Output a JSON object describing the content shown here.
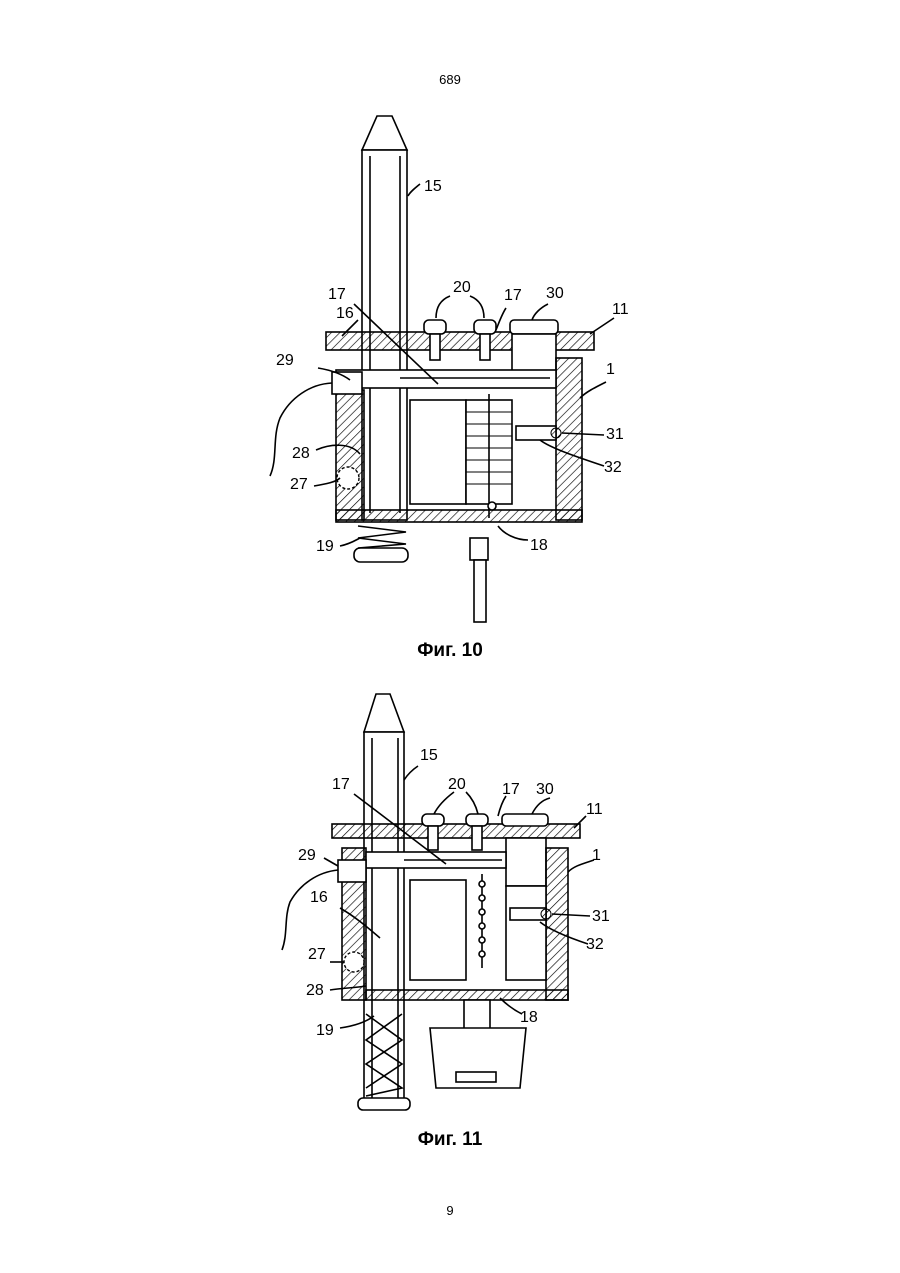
{
  "page": {
    "header": "689",
    "footer": "9"
  },
  "figures": [
    {
      "caption": "Фиг. 10",
      "labels": {
        "l15": "15",
        "l20": "20",
        "l17a": "17",
        "l17b": "17",
        "l30": "30",
        "l11": "11",
        "l16": "16",
        "l29": "29",
        "l1": "1",
        "l31": "31",
        "l32": "32",
        "l28": "28",
        "l27": "27",
        "l19": "19",
        "l18": "18"
      }
    },
    {
      "caption": "Фиг. 11",
      "labels": {
        "l15": "15",
        "l20": "20",
        "l17a": "17",
        "l17b": "17",
        "l30": "30",
        "l11": "11",
        "l29": "29",
        "l1": "1",
        "l16": "16",
        "l31": "31",
        "l32": "32",
        "l27": "27",
        "l28": "28",
        "l19": "19",
        "l18": "18"
      }
    }
  ]
}
